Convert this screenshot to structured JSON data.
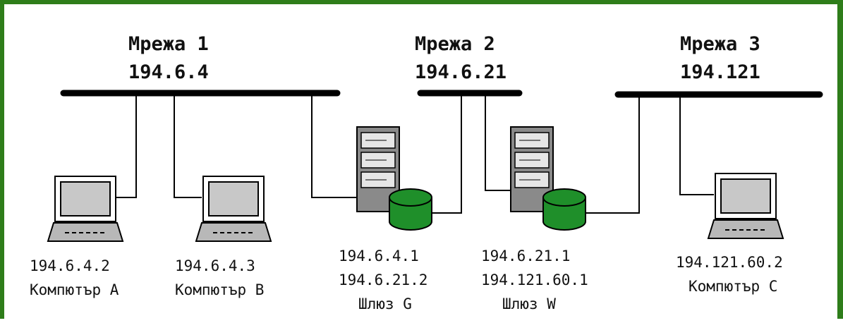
{
  "networks": [
    {
      "name": "Мрежа 1",
      "address": "194.6.4"
    },
    {
      "name": "Мрежа 2",
      "address": "194.6.21"
    },
    {
      "name": "Мрежа 3",
      "address": "194.121"
    }
  ],
  "computers": [
    {
      "ip": "194.6.4.2",
      "name": "Компютър A"
    },
    {
      "ip": "194.6.4.3",
      "name": "Компютър B"
    },
    {
      "ip": "194.121.60.2",
      "name": "Компютър C"
    }
  ],
  "gateways": [
    {
      "ip1": "194.6.4.1",
      "ip2": "194.6.21.2",
      "name": "Шлюз G"
    },
    {
      "ip1": "194.6.21.1",
      "ip2": "194.121.60.1",
      "name": "Шлюз W"
    }
  ],
  "colors": {
    "frame": "#2e7d1a",
    "cable": "#000000",
    "disk": "#1f8f2a",
    "server": "#8a8a8a",
    "screen": "#c8c8c8"
  }
}
